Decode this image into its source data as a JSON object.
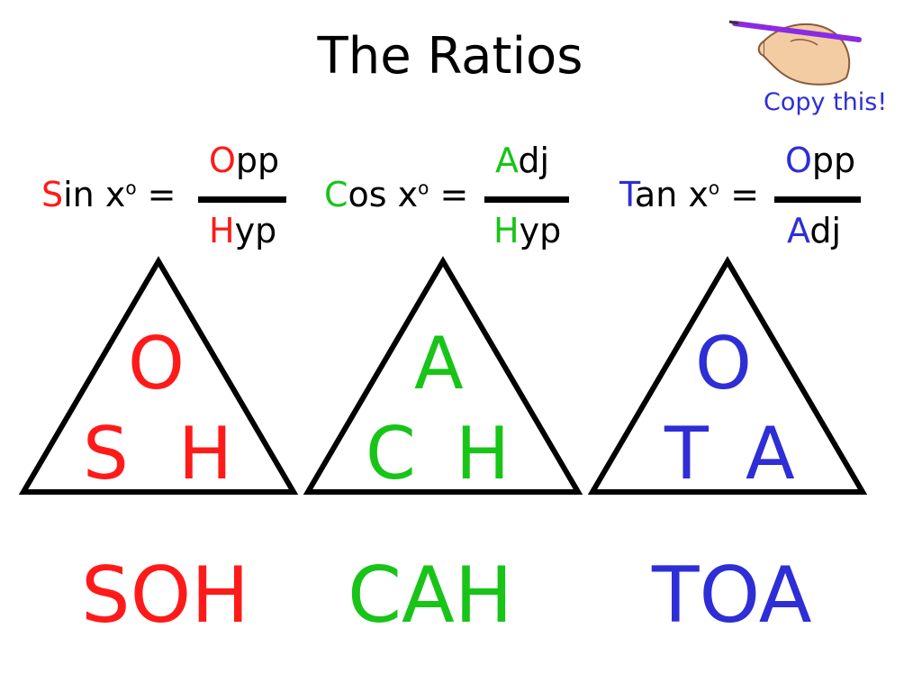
{
  "title": "The Ratios",
  "copy_note": "Copy this!",
  "colors": {
    "sin": "#ff1a1a",
    "cos": "#18c418",
    "tan": "#2e2ed6",
    "text": "#000000"
  },
  "icons": {
    "hand": "hand-writing-icon"
  },
  "formulas": [
    {
      "func_initial": "S",
      "func_rest": "in x",
      "degree": "o",
      "equals": " =",
      "num_initial": "O",
      "num_rest": "pp",
      "den_initial": "H",
      "den_rest": "yp"
    },
    {
      "func_initial": "C",
      "func_rest": "os x",
      "degree": "o",
      "equals": " =",
      "num_initial": "A",
      "num_rest": "dj",
      "den_initial": "H",
      "den_rest": "yp"
    },
    {
      "func_initial": "T",
      "func_rest": "an x",
      "degree": "o",
      "equals": " =",
      "num_initial": "O",
      "num_rest": "pp",
      "den_initial": "A",
      "den_rest": "dj"
    }
  ],
  "triangles": [
    {
      "top": "O",
      "bottom_left": "S",
      "bottom_right": "H"
    },
    {
      "top": "A",
      "bottom_left": "C",
      "bottom_right": "H"
    },
    {
      "top": "O",
      "bottom_left": "T",
      "bottom_right": "A"
    }
  ],
  "mnemonics": [
    "SOH",
    "CAH",
    "TOA"
  ]
}
